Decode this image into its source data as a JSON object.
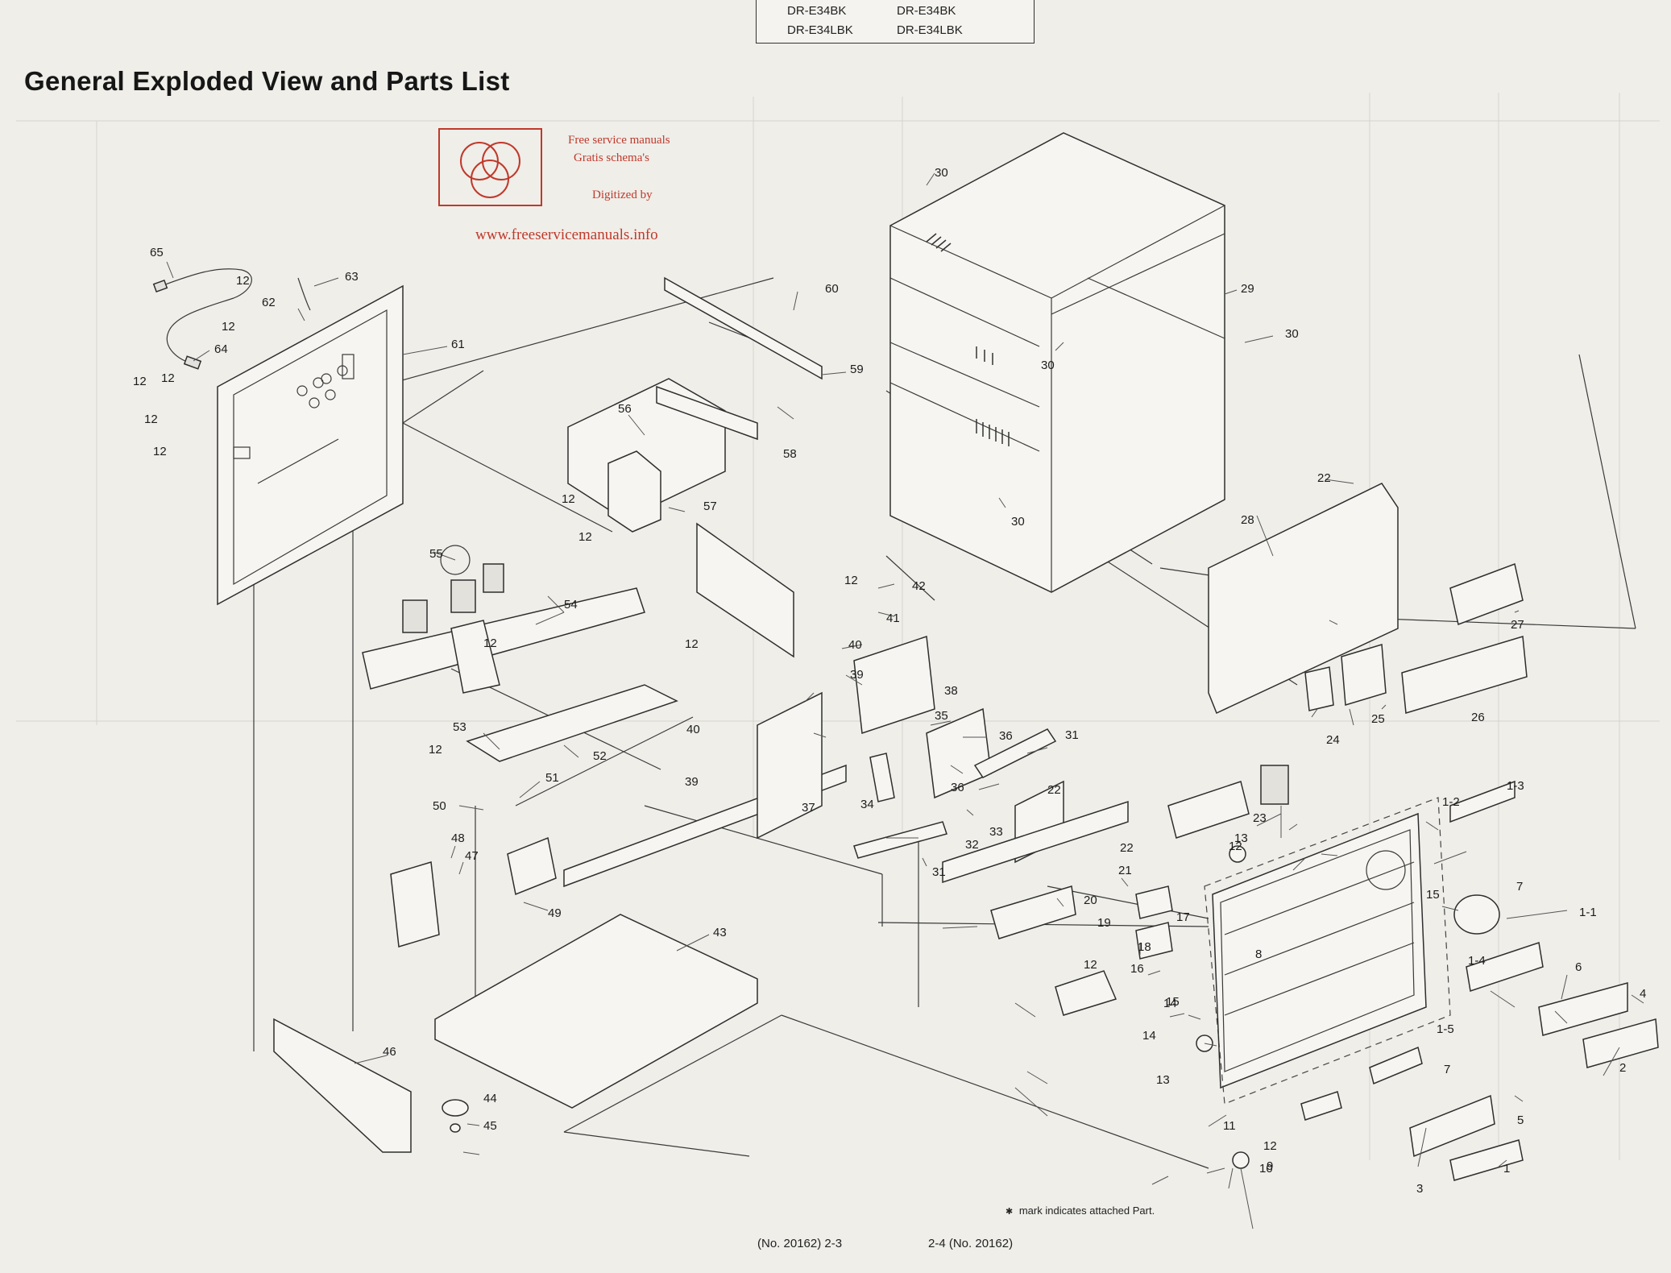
{
  "header": {
    "models": [
      "DR-E34BK",
      "DR-E34BK",
      "DR-E34LBK",
      "DR-E34LBK"
    ],
    "title": "General Exploded View and Parts List"
  },
  "watermark": {
    "line1": "Free service manuals",
    "line2": "Gratis schema's",
    "line3": "Digitized by",
    "url": "www.freeservicemanuals.info",
    "color": "#c0392b"
  },
  "callouts": [
    {
      "id": "65",
      "label": "65"
    },
    {
      "id": "63",
      "label": "63"
    },
    {
      "id": "62",
      "label": "62"
    },
    {
      "id": "64",
      "label": "64"
    },
    {
      "id": "61",
      "label": "61"
    },
    {
      "id": "60",
      "label": "60"
    },
    {
      "id": "59",
      "label": "59"
    },
    {
      "id": "58",
      "label": "58"
    },
    {
      "id": "57",
      "label": "57"
    },
    {
      "id": "56",
      "label": "56"
    },
    {
      "id": "55",
      "label": "55"
    },
    {
      "id": "54",
      "label": "54"
    },
    {
      "id": "53",
      "label": "53"
    },
    {
      "id": "52",
      "label": "52"
    },
    {
      "id": "51",
      "label": "51"
    },
    {
      "id": "50",
      "label": "50"
    },
    {
      "id": "49",
      "label": "49"
    },
    {
      "id": "48",
      "label": "48"
    },
    {
      "id": "47",
      "label": "47"
    },
    {
      "id": "46",
      "label": "46"
    },
    {
      "id": "45",
      "label": "45"
    },
    {
      "id": "44",
      "label": "44"
    },
    {
      "id": "43",
      "label": "43"
    },
    {
      "id": "42",
      "label": "42"
    },
    {
      "id": "41",
      "label": "41"
    },
    {
      "id": "40a",
      "label": "40"
    },
    {
      "id": "40b",
      "label": "40"
    },
    {
      "id": "39a",
      "label": "39"
    },
    {
      "id": "39b",
      "label": "39"
    },
    {
      "id": "38",
      "label": "38"
    },
    {
      "id": "37",
      "label": "37"
    },
    {
      "id": "36a",
      "label": "36"
    },
    {
      "id": "36b",
      "label": "36"
    },
    {
      "id": "35",
      "label": "35"
    },
    {
      "id": "34",
      "label": "34"
    },
    {
      "id": "33",
      "label": "33"
    },
    {
      "id": "32",
      "label": "32"
    },
    {
      "id": "31a",
      "label": "31"
    },
    {
      "id": "31b",
      "label": "31"
    },
    {
      "id": "30a",
      "label": "30"
    },
    {
      "id": "30b",
      "label": "30"
    },
    {
      "id": "30c",
      "label": "30"
    },
    {
      "id": "30d",
      "label": "30"
    },
    {
      "id": "29",
      "label": "29"
    },
    {
      "id": "28",
      "label": "28"
    },
    {
      "id": "27",
      "label": "27"
    },
    {
      "id": "26",
      "label": "26"
    },
    {
      "id": "25",
      "label": "25"
    },
    {
      "id": "24",
      "label": "24"
    },
    {
      "id": "23",
      "label": "23"
    },
    {
      "id": "22a",
      "label": "22"
    },
    {
      "id": "22b",
      "label": "22"
    },
    {
      "id": "22c",
      "label": "22"
    },
    {
      "id": "21",
      "label": "21"
    },
    {
      "id": "20",
      "label": "20"
    },
    {
      "id": "19",
      "label": "19"
    },
    {
      "id": "18",
      "label": "18"
    },
    {
      "id": "17",
      "label": "17"
    },
    {
      "id": "16",
      "label": "16"
    },
    {
      "id": "15a",
      "label": "15"
    },
    {
      "id": "15b",
      "label": "15"
    },
    {
      "id": "14a",
      "label": "14"
    },
    {
      "id": "14b",
      "label": "14"
    },
    {
      "id": "13a",
      "label": "13"
    },
    {
      "id": "13b",
      "label": "13"
    },
    {
      "id": "12a",
      "label": "12"
    },
    {
      "id": "12b",
      "label": "12"
    },
    {
      "id": "12c",
      "label": "12"
    },
    {
      "id": "12d",
      "label": "12"
    },
    {
      "id": "12e",
      "label": "12"
    },
    {
      "id": "12f",
      "label": "12"
    },
    {
      "id": "12g",
      "label": "12"
    },
    {
      "id": "12h",
      "label": "12"
    },
    {
      "id": "12i",
      "label": "12"
    },
    {
      "id": "12j",
      "label": "12"
    },
    {
      "id": "12k",
      "label": "12"
    },
    {
      "id": "12l",
      "label": "12"
    },
    {
      "id": "12m",
      "label": "12"
    },
    {
      "id": "12n",
      "label": "12"
    },
    {
      "id": "12o",
      "label": "12"
    },
    {
      "id": "11",
      "label": "11"
    },
    {
      "id": "10",
      "label": "10"
    },
    {
      "id": "9",
      "label": "9"
    },
    {
      "id": "8",
      "label": "8"
    },
    {
      "id": "7a",
      "label": "7"
    },
    {
      "id": "7b",
      "label": "7"
    },
    {
      "id": "6",
      "label": "6"
    },
    {
      "id": "5",
      "label": "5"
    },
    {
      "id": "4",
      "label": "4"
    },
    {
      "id": "3",
      "label": "3"
    },
    {
      "id": "2",
      "label": "2"
    },
    {
      "id": "1",
      "label": "1"
    },
    {
      "id": "1-1",
      "label": "1-1"
    },
    {
      "id": "1-2",
      "label": "1-2"
    },
    {
      "id": "1-3",
      "label": "1-3"
    },
    {
      "id": "1-4",
      "label": "1-4"
    },
    {
      "id": "1-5",
      "label": "1-5"
    }
  ],
  "note": {
    "mark": "✱",
    "text": "mark indicates attached Part."
  },
  "footer": {
    "left": "(No. 20162)  2-3",
    "right": "2-4  (No. 20162)"
  }
}
